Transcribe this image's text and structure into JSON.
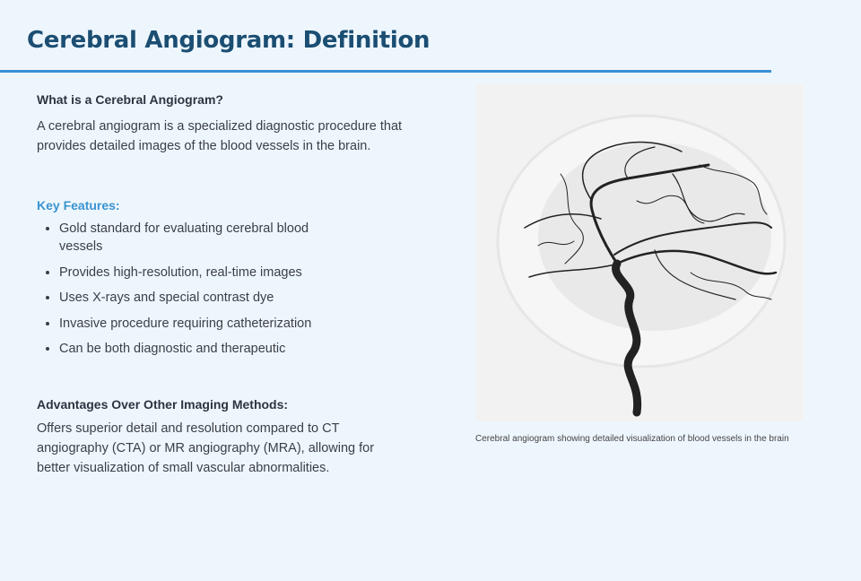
{
  "title": "Cerebral Angiogram: Definition",
  "what": {
    "heading": "What is a Cerebral Angiogram?",
    "text": "A cerebral angiogram is a specialized diagnostic procedure that provides detailed images of the blood vessels in the brain."
  },
  "features": {
    "heading": "Key Features:",
    "items": [
      "Gold standard for evaluating cerebral blood vessels",
      "Provides high-resolution, real-time images",
      "Uses X-rays and special contrast dye",
      "Invasive procedure requiring catheterization",
      "Can be both diagnostic and therapeutic"
    ]
  },
  "advantages": {
    "heading": "Advantages Over Other Imaging Methods:",
    "text": "Offers superior detail and resolution compared to CT angiography (CTA) or MR angiography (MRA), allowing for better visualization of small vascular abnormalities."
  },
  "image": {
    "caption": "Cerebral angiogram showing detailed visualization of blood vessels in the brain"
  }
}
